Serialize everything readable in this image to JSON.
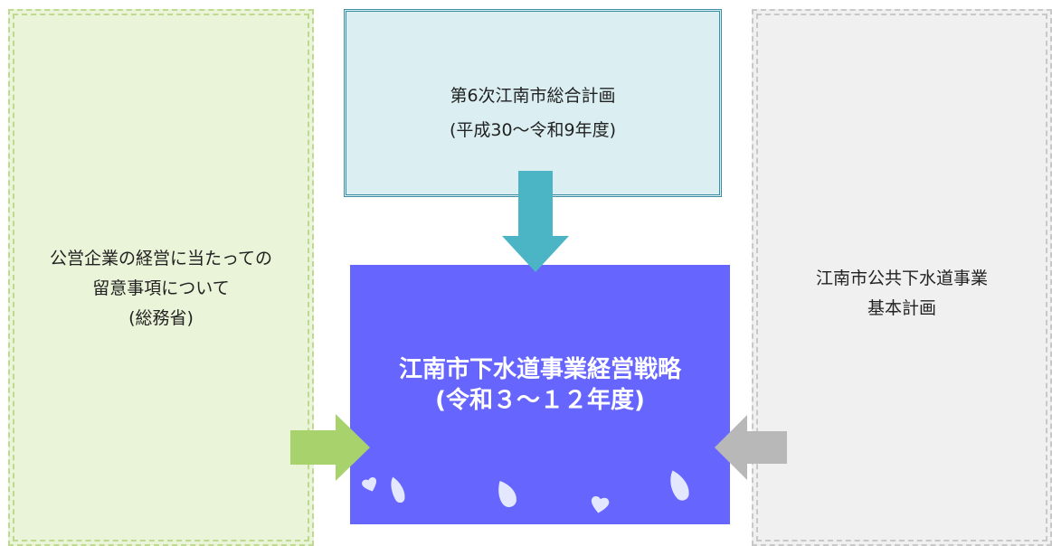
{
  "left_box": {
    "lines": [
      "公営企業の経営に当たっての",
      "留意事項について",
      "(総務省)"
    ],
    "color": "#eaf4d9"
  },
  "plan_box": {
    "lines": [
      "第6次江南市総合計画",
      "(平成30～令和9年度)"
    ],
    "color": "#dbeff2"
  },
  "main_box": {
    "lines": [
      "江南市下水道事業経営戦略",
      "(令和３～１２年度)"
    ],
    "color": "#6666ff"
  },
  "right_box": {
    "lines": [
      "江南市公共下水道事業",
      "基本計画"
    ],
    "color": "#f0f0f0"
  },
  "arrows": {
    "down_color": "#4bb5c6",
    "right_color": "#a8d26b",
    "left_color": "#b8b8b8"
  }
}
